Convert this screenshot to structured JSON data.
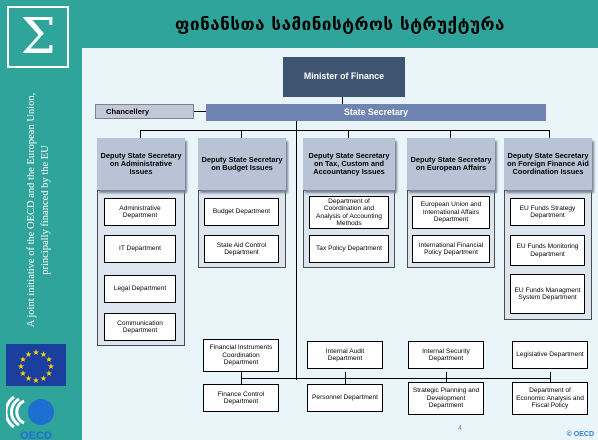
{
  "sidebar": {
    "sigma_symbol": "Σ",
    "vertical_text": "A joint initiative of the OECD and the European Union, principally financed by the EU",
    "logo_text": "OECD"
  },
  "header": {
    "title": "ფინანსთა სამინისტროს სტრუქტურა"
  },
  "org_chart": {
    "minister": "Minister of Finance",
    "state_secretary": "State Secretary",
    "chancellery": "Chancellery",
    "deputies": [
      {
        "title": "Deputy State Secretary on Administrative Issues",
        "departments": [
          "Administrative Department",
          "IT Department",
          "Legal Department",
          "Communication Department"
        ]
      },
      {
        "title": "Deputy State Secretary on Budget Issues",
        "departments": [
          "Budget Department",
          "State Aid Control Department"
        ]
      },
      {
        "title": "Deputy State Secretary on Tax, Custom and Accountancy Issues",
        "departments": [
          "Department of Coordination and Analysis of Accounting Methods",
          "Tax Policy Department"
        ]
      },
      {
        "title": "Deputy State Secretary on European Affairs",
        "departments": [
          "European Union and International Affairs Department",
          "International Financial Policy Department"
        ]
      },
      {
        "title": "Deputy State Secretary on Foreign Finance Aid Coordination Issues",
        "departments": [
          "EU Funds Strategy Department",
          "EU Funds Monitoring Department",
          "EU Funds Managment System Department"
        ]
      }
    ],
    "direct_departments_row1": [
      "Financial Instruments Coordination Department",
      "Internal Audit Department",
      "Internal Security Department",
      "Legislative Department"
    ],
    "direct_departments_row2": [
      "Finance Control Department",
      "Personnel Department",
      "Strategic Planning and Development Department",
      "Department of Economic Analysis and Fiscal Policy"
    ]
  },
  "footer": {
    "copyright": "© OECD",
    "page_number": "4"
  },
  "colors": {
    "sidebar": "#2fa49a",
    "content_background": "#eaf5f9",
    "minister_box": "#3f5470",
    "secretary_box": "#6e85b2",
    "deputy_box": "#b8c4d6",
    "eu_flag": "#1b3f9e",
    "eu_stars": "#ffd500"
  }
}
